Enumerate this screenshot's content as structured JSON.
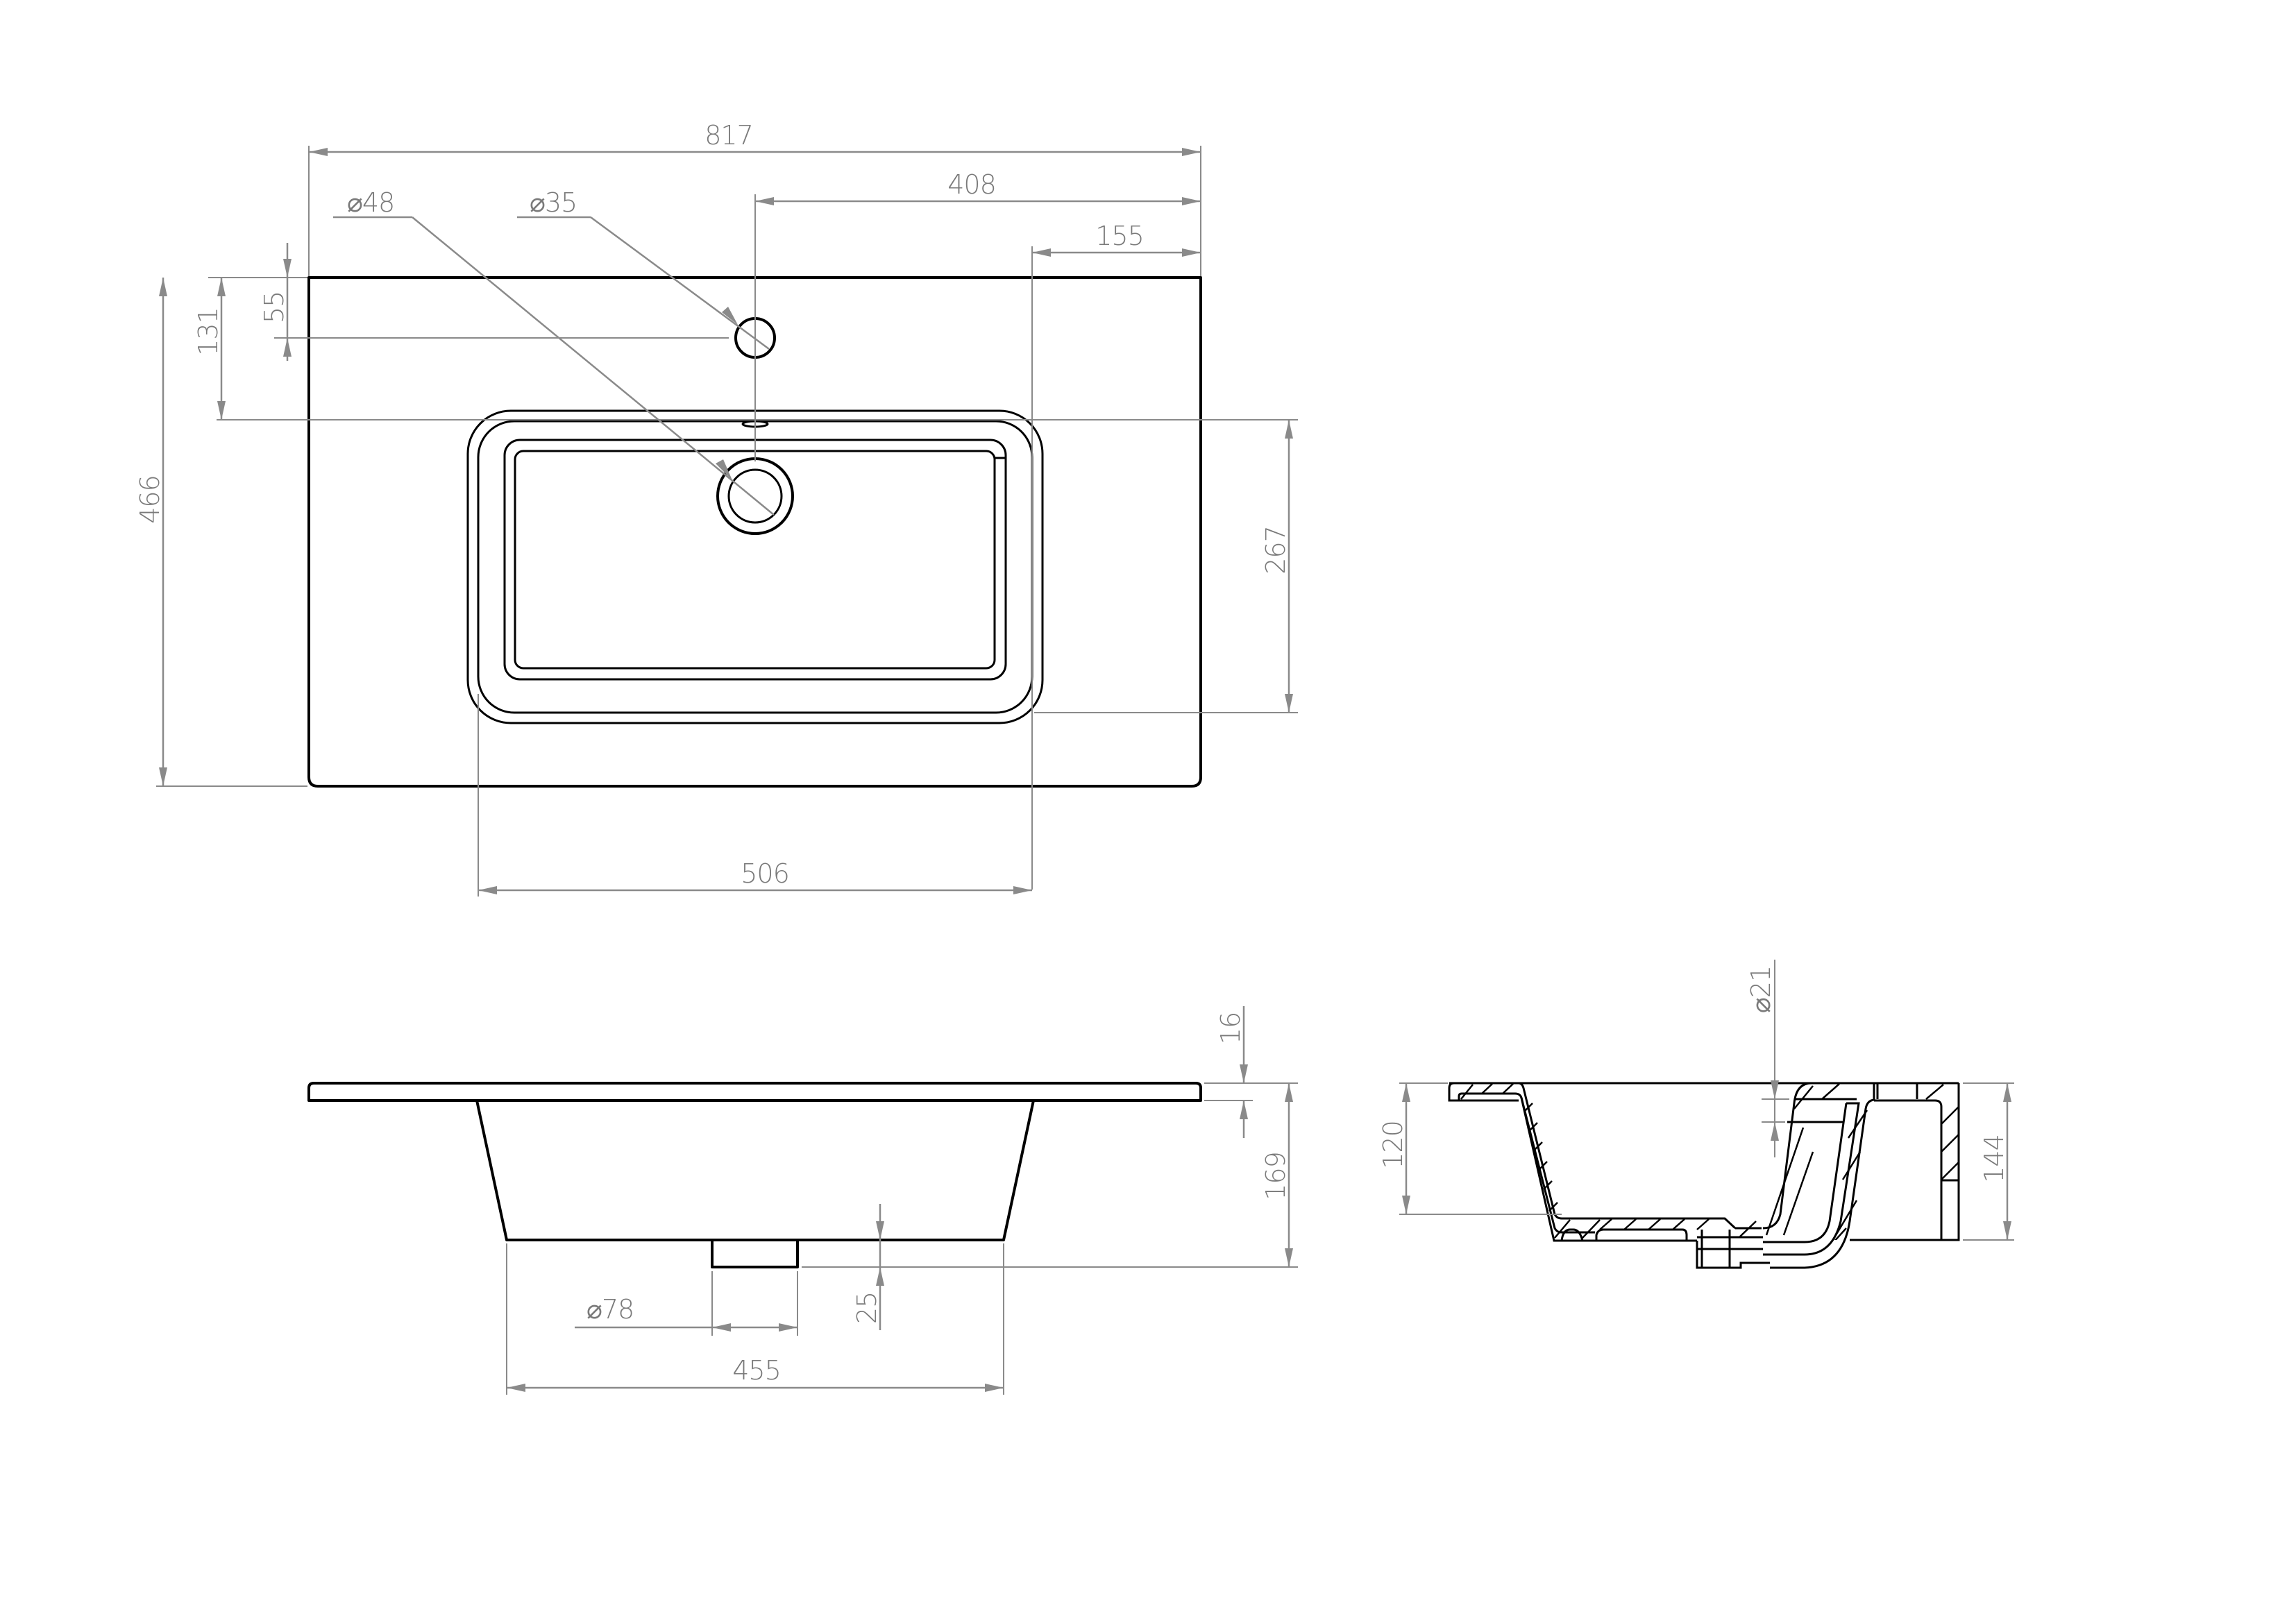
{
  "drawing": {
    "type": "technical-drawing",
    "subject": "vanity washbasin",
    "units": "mm",
    "colors": {
      "object_lines": "#000000",
      "dimension_lines": "#8a8a8a",
      "dimension_text": "#7a7a7a",
      "background": "#ffffff"
    }
  },
  "plan_view": {
    "overall_width": "817",
    "tap_hole_offset_from_right": "408",
    "basin_edge_offset_from_right": "155",
    "drain_diameter": "⌀48",
    "tap_hole_diameter": "⌀35",
    "tap_hole_from_back": "55",
    "basin_from_back": "131",
    "overall_depth": "466",
    "basin_depth": "267",
    "basin_width": "506"
  },
  "front_view": {
    "slab_thickness": "16",
    "overall_height": "169",
    "drain_projection": "25",
    "drain_outer_diameter": "⌀78",
    "basin_bottom_width": "455"
  },
  "section_view": {
    "overflow_diameter": "⌀21",
    "bowl_depth": "120",
    "section_height": "144"
  }
}
